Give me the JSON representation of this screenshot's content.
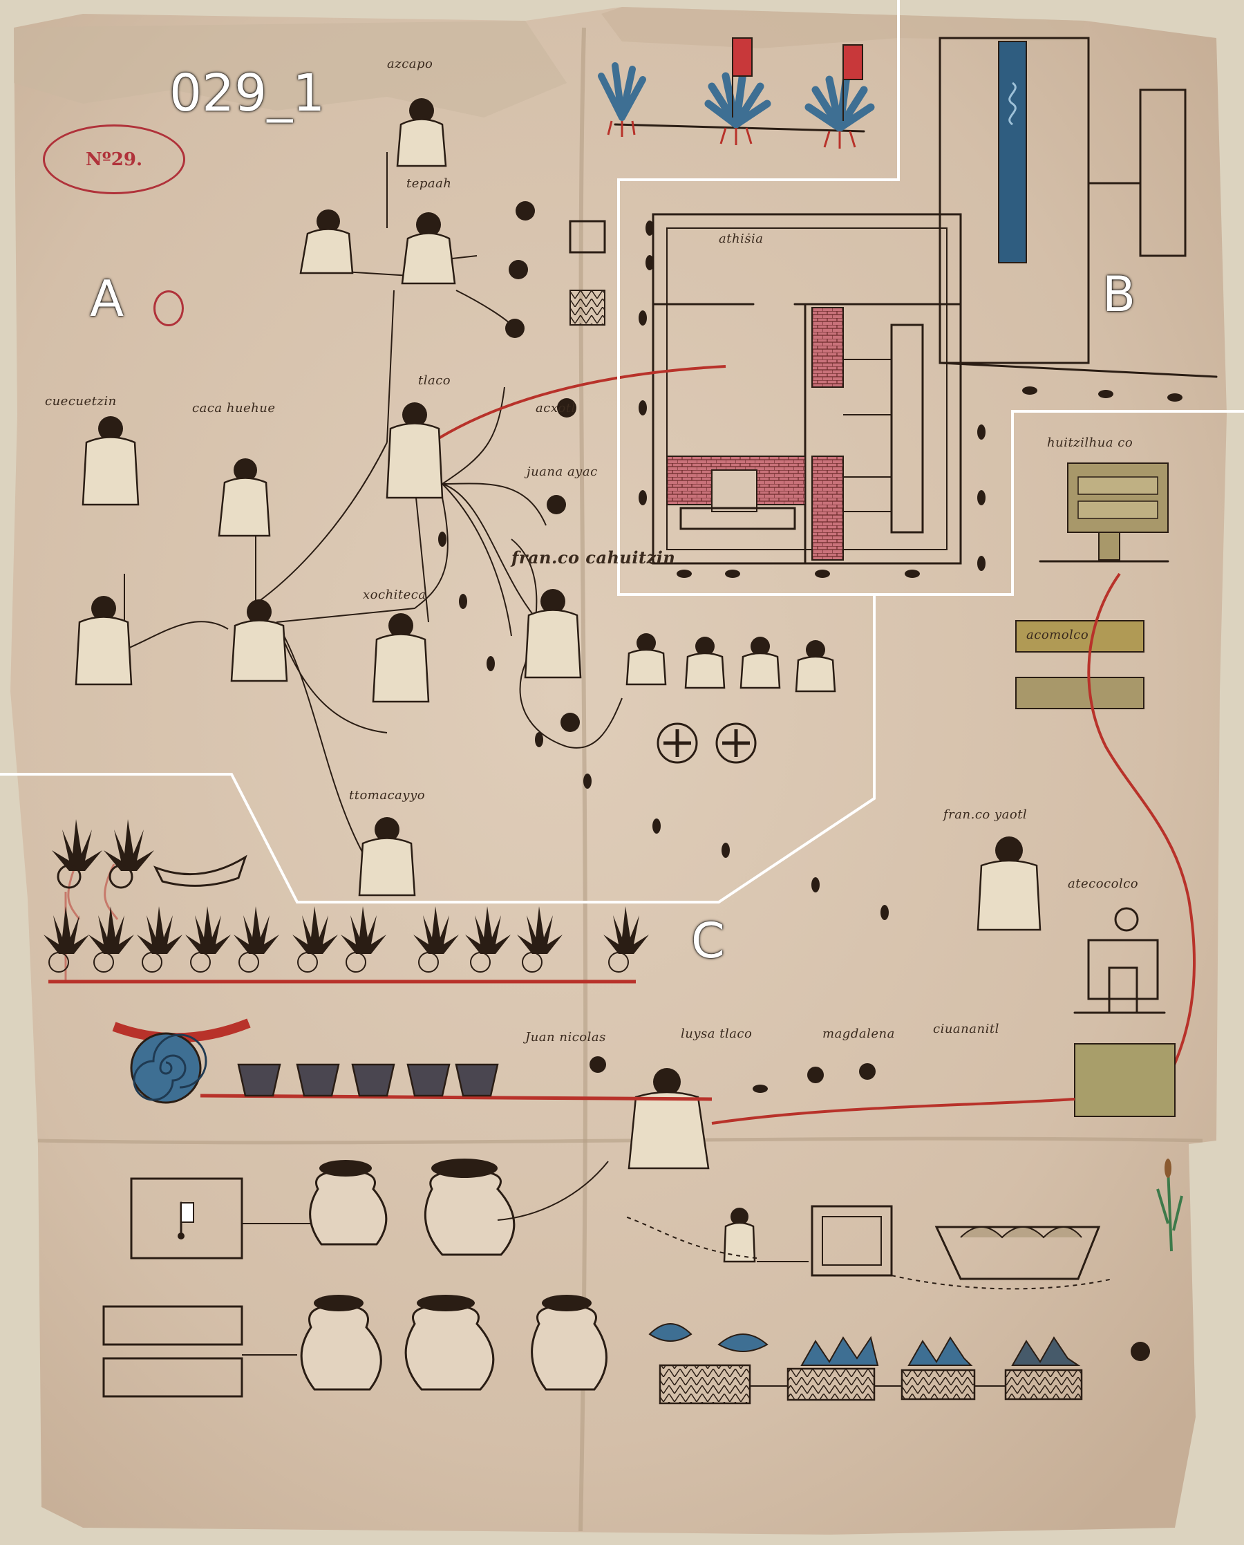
{
  "sheet": {
    "id_label": "029_1",
    "stamp_number": "Nº29.",
    "region_labels": [
      "A",
      "B",
      "C"
    ]
  },
  "glosses": [
    {
      "key": "top",
      "text": "azcapo"
    },
    {
      "key": "tepaah",
      "text": "tepaah"
    },
    {
      "key": "cuecuetzin",
      "text": "cuecuetzin"
    },
    {
      "key": "cacahuehue",
      "text": "caca huehue"
    },
    {
      "key": "tlaco",
      "text": "tlaco"
    },
    {
      "key": "acxotl",
      "text": "acxotl"
    },
    {
      "key": "juana",
      "text": "juana ayac"
    },
    {
      "key": "francisco_cahuitzin",
      "text": "fran.co cahuitzin"
    },
    {
      "key": "xochiteca",
      "text": "xochiteca"
    },
    {
      "key": "huacacay",
      "text": "ttomacayyo"
    },
    {
      "key": "athisia",
      "text": "athiṡia"
    },
    {
      "key": "huitzilhuac",
      "text": "huitzilhua co"
    },
    {
      "key": "acomolco",
      "text": "acomolco"
    },
    {
      "key": "francisco_yaotl",
      "text": "fran.co yaotl"
    },
    {
      "key": "atecocolco",
      "text": "atecocolco"
    },
    {
      "key": "juana_nicolas",
      "text": "Juan nicolas"
    },
    {
      "key": "luysa_tlaco",
      "text": "luysa tlaco"
    },
    {
      "key": "magdalena",
      "text": "magdalena"
    },
    {
      "key": "ciuananitl",
      "text": "ciuananitl"
    }
  ],
  "colors": {
    "paper": "#d9c7b3",
    "ink": "#2a1d14",
    "red": "#b8322a",
    "blue": "#3e6f93",
    "khaki": "#a8986a",
    "frame": "#ffffff"
  }
}
